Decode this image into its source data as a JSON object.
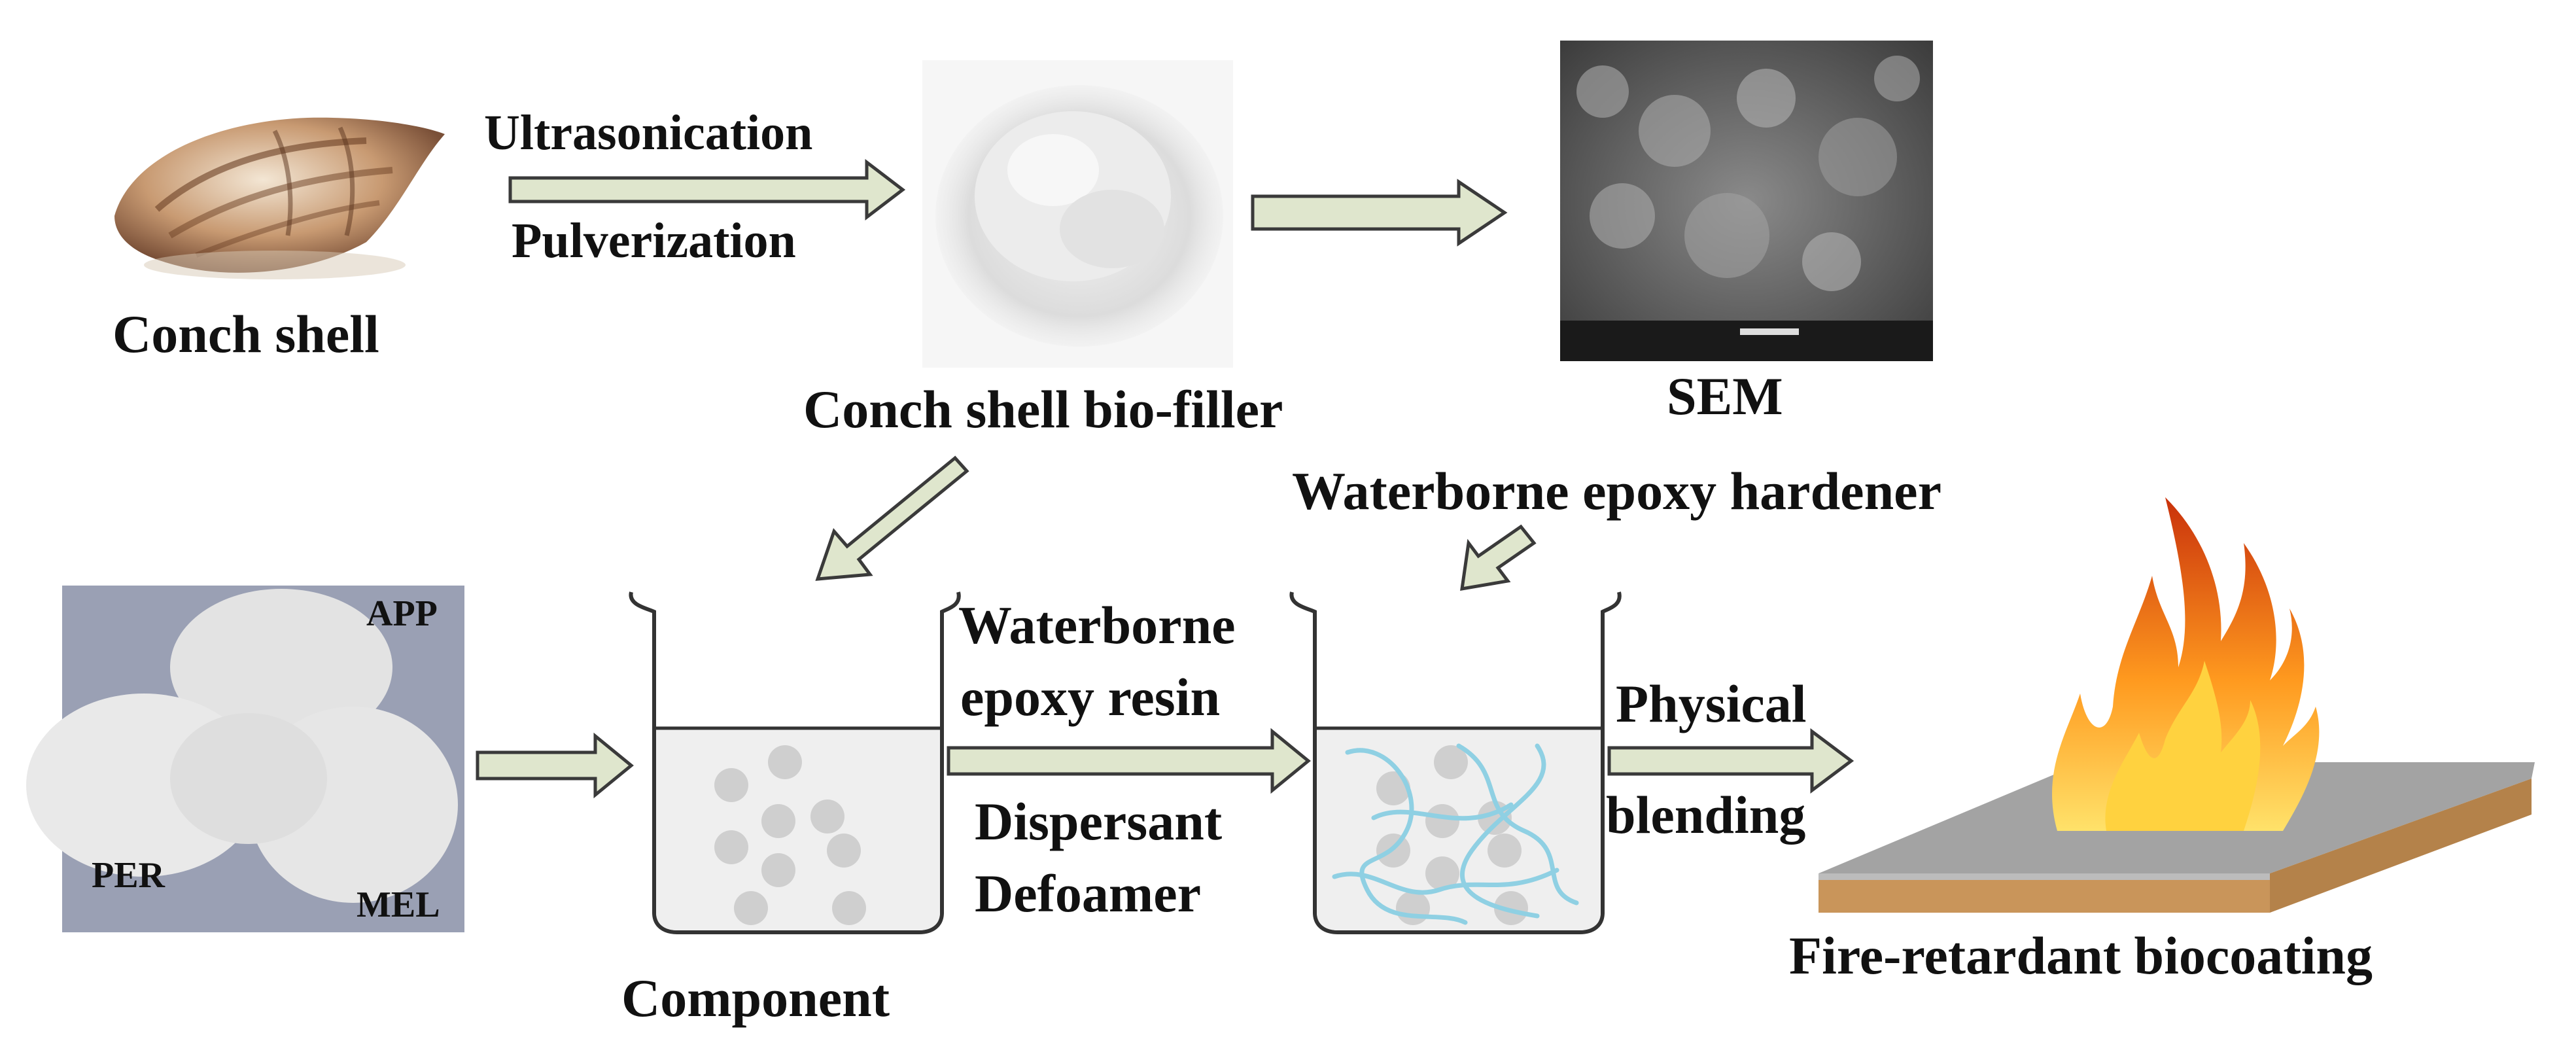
{
  "labels": {
    "ultrasonication": "Ultrasonication",
    "pulverization": "Pulverization",
    "conch_shell": "Conch shell",
    "bio_filler": "Conch shell bio-filler",
    "sem": "SEM",
    "hardener": "Waterborne epoxy hardener",
    "resin_line1": "Waterborne",
    "resin_line2": "epoxy resin",
    "dispersant": "Dispersant",
    "defoamer": "Defoamer",
    "physical": "Physical",
    "blending": "blending",
    "component": "Component",
    "fire_coating": "Fire-retardant biocoating",
    "app": "APP",
    "per": "PER",
    "mel": "MEL"
  },
  "colors": {
    "arrow_fill": "#dfe6cd",
    "arrow_stroke": "#3a3a3a",
    "beaker_liquid": "#efefef",
    "particle": "#cfcfcf",
    "fiber": "#8fd0e3",
    "flame_outer": "#e8590c",
    "flame_inner": "#ffc83d",
    "board_top": "#9a9a9a",
    "board_side": "#c9955a"
  }
}
